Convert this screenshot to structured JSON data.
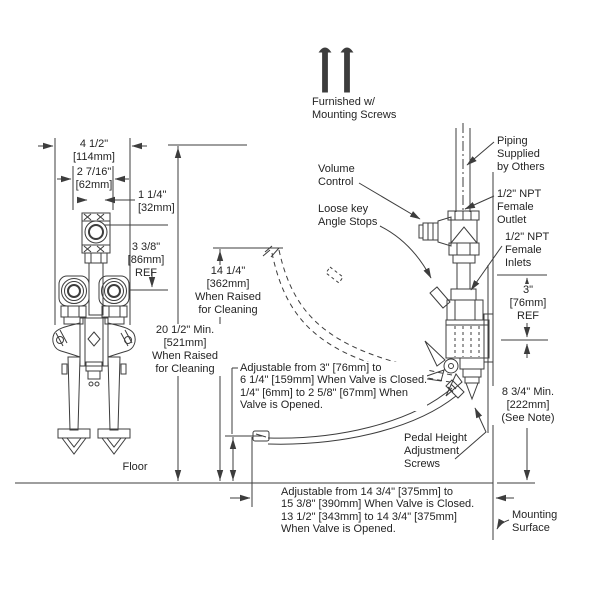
{
  "colors": {
    "line": "#3d3d3d",
    "text": "#242424",
    "background": "#ffffff"
  },
  "screws_note": [
    "Furnished w/",
    "Mounting Screws"
  ],
  "callouts": {
    "piping": [
      "Piping",
      "Supplied",
      "by Others"
    ],
    "outlet": [
      "1/2\" NPT",
      "Female",
      "Outlet"
    ],
    "inlets": [
      "1/2\" NPT",
      "Female",
      "Inlets"
    ],
    "volume": [
      "Volume",
      "Control"
    ],
    "angle_stops": [
      "Loose key",
      "Angle Stops"
    ],
    "pedal_screws": [
      "Pedal Height",
      "Adjustment",
      "Screws"
    ],
    "mounting_surface": [
      "Mounting",
      "Surface"
    ],
    "floor": "Floor"
  },
  "dims": {
    "overall_width": [
      "4 1/2\"",
      "[114mm]"
    ],
    "center_width": [
      "2 7/16\"",
      "[62mm]"
    ],
    "offset": [
      "1 1/4\"",
      "[32mm]"
    ],
    "port_drop": [
      "3 3/8\"",
      "[86mm]",
      "REF"
    ],
    "raised_overall": [
      "20 1/2\" Min.",
      "[521mm]",
      "When Raised",
      "for Cleaning"
    ],
    "raised_pedal": [
      "14 1/4\"",
      "[362mm]",
      "When Raised",
      "for Cleaning"
    ],
    "inlet_ref": [
      "3\"",
      "[76mm]",
      "REF"
    ],
    "clearance": [
      "8 3/4\" Min.",
      "[222mm]",
      "(See Note)"
    ],
    "pedal_height_note": [
      "Adjustable from 3\" [76mm] to",
      "6 1/4\" [159mm] When Valve is Closed.",
      "1/4\" [6mm] to 2 5/8\" [67mm] When",
      "Valve is Opened."
    ],
    "pedal_reach_note": [
      "Adjustable from 14 3/4\" [375mm] to",
      "15 3/8\" [390mm] When Valve is Closed.",
      "13 1/2\" [343mm] to 14 3/4\" [375mm]",
      "When Valve is Opened."
    ]
  }
}
